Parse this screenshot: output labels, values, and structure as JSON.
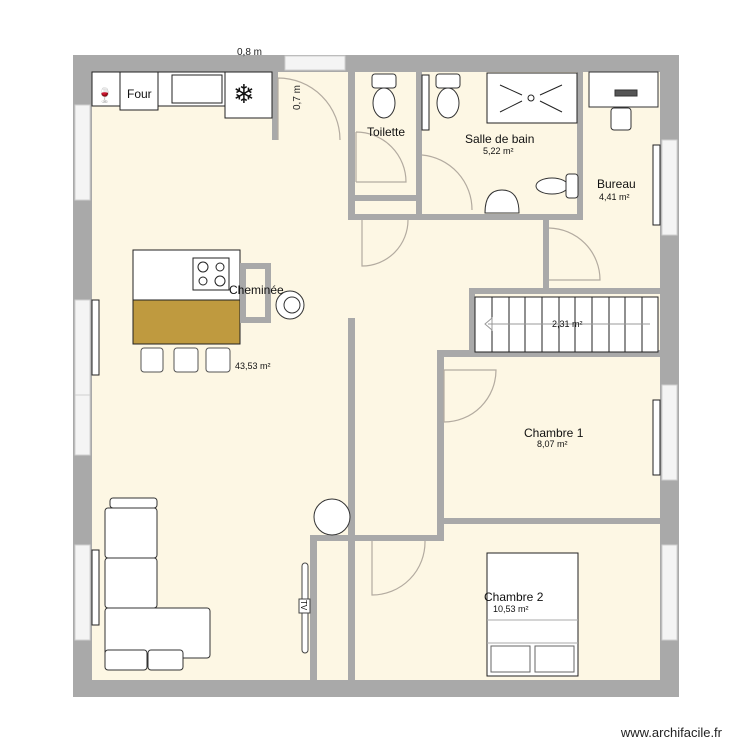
{
  "colors": {
    "wall": "#a9a9a9",
    "floor": "#fdf7e4",
    "furniture": "#ffffff",
    "island_top": "#bf9a3f",
    "door_arc": "#b3aba0",
    "window": "#e8e8e8"
  },
  "dimensions": {
    "top_width": "0,8 m",
    "kitchen_door": "0,7 m"
  },
  "rooms": [
    {
      "name": "",
      "area": "43,53 m²"
    },
    {
      "name": "Toilette",
      "area": ""
    },
    {
      "name": "Salle de bain",
      "area": "5,22 m²"
    },
    {
      "name": "Bureau",
      "area": "4,41 m²"
    },
    {
      "name": "",
      "area": "2,31 m²"
    },
    {
      "name": "Chambre 1",
      "area": "8,07 m²"
    },
    {
      "name": "Chambre 2",
      "area": "10,53 m²"
    }
  ],
  "furniture_labels": {
    "oven": "Four",
    "fireplace": "Cheminée",
    "tv": "TV"
  },
  "watermark": "www.archifacile.fr"
}
